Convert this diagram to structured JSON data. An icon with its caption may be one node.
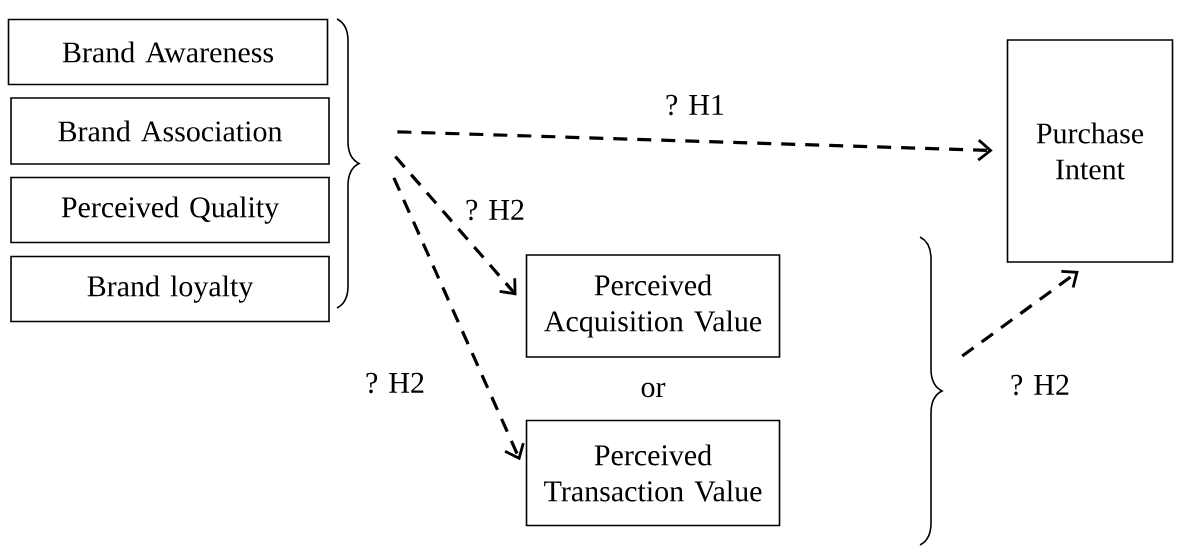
{
  "diagram": {
    "nodes": [
      {
        "text": [
          "Brand Awareness"
        ]
      },
      {
        "text": [
          "Brand Association"
        ]
      },
      {
        "text": [
          "Perceived Quality"
        ]
      },
      {
        "text": [
          "Brand loyalty"
        ]
      },
      {
        "text": [
          "Purchase Intent"
        ]
      },
      {
        "text": [
          "Perceived Acquisition Value"
        ]
      },
      {
        "text": [
          "Perceived Transaction Value"
        ]
      },
      {
        "text": [],
        "shape": "brace"
      },
      {
        "text": [],
        "shape": "brace"
      }
    ],
    "edges": [
      {
        "from": 7,
        "to": 4,
        "arrow": "to",
        "label": "? H1",
        "style": "dashed"
      },
      {
        "from": 7,
        "to": 5,
        "arrow": "to",
        "label": "? H2",
        "style": "dashed"
      },
      {
        "from": 7,
        "to": 6,
        "arrow": "to",
        "label": "? H2",
        "style": "dashed"
      },
      {
        "from": 8,
        "to": 4,
        "arrow": "to",
        "label": "? H2",
        "style": "dashed"
      }
    ],
    "labels": [
      "or"
    ]
  }
}
